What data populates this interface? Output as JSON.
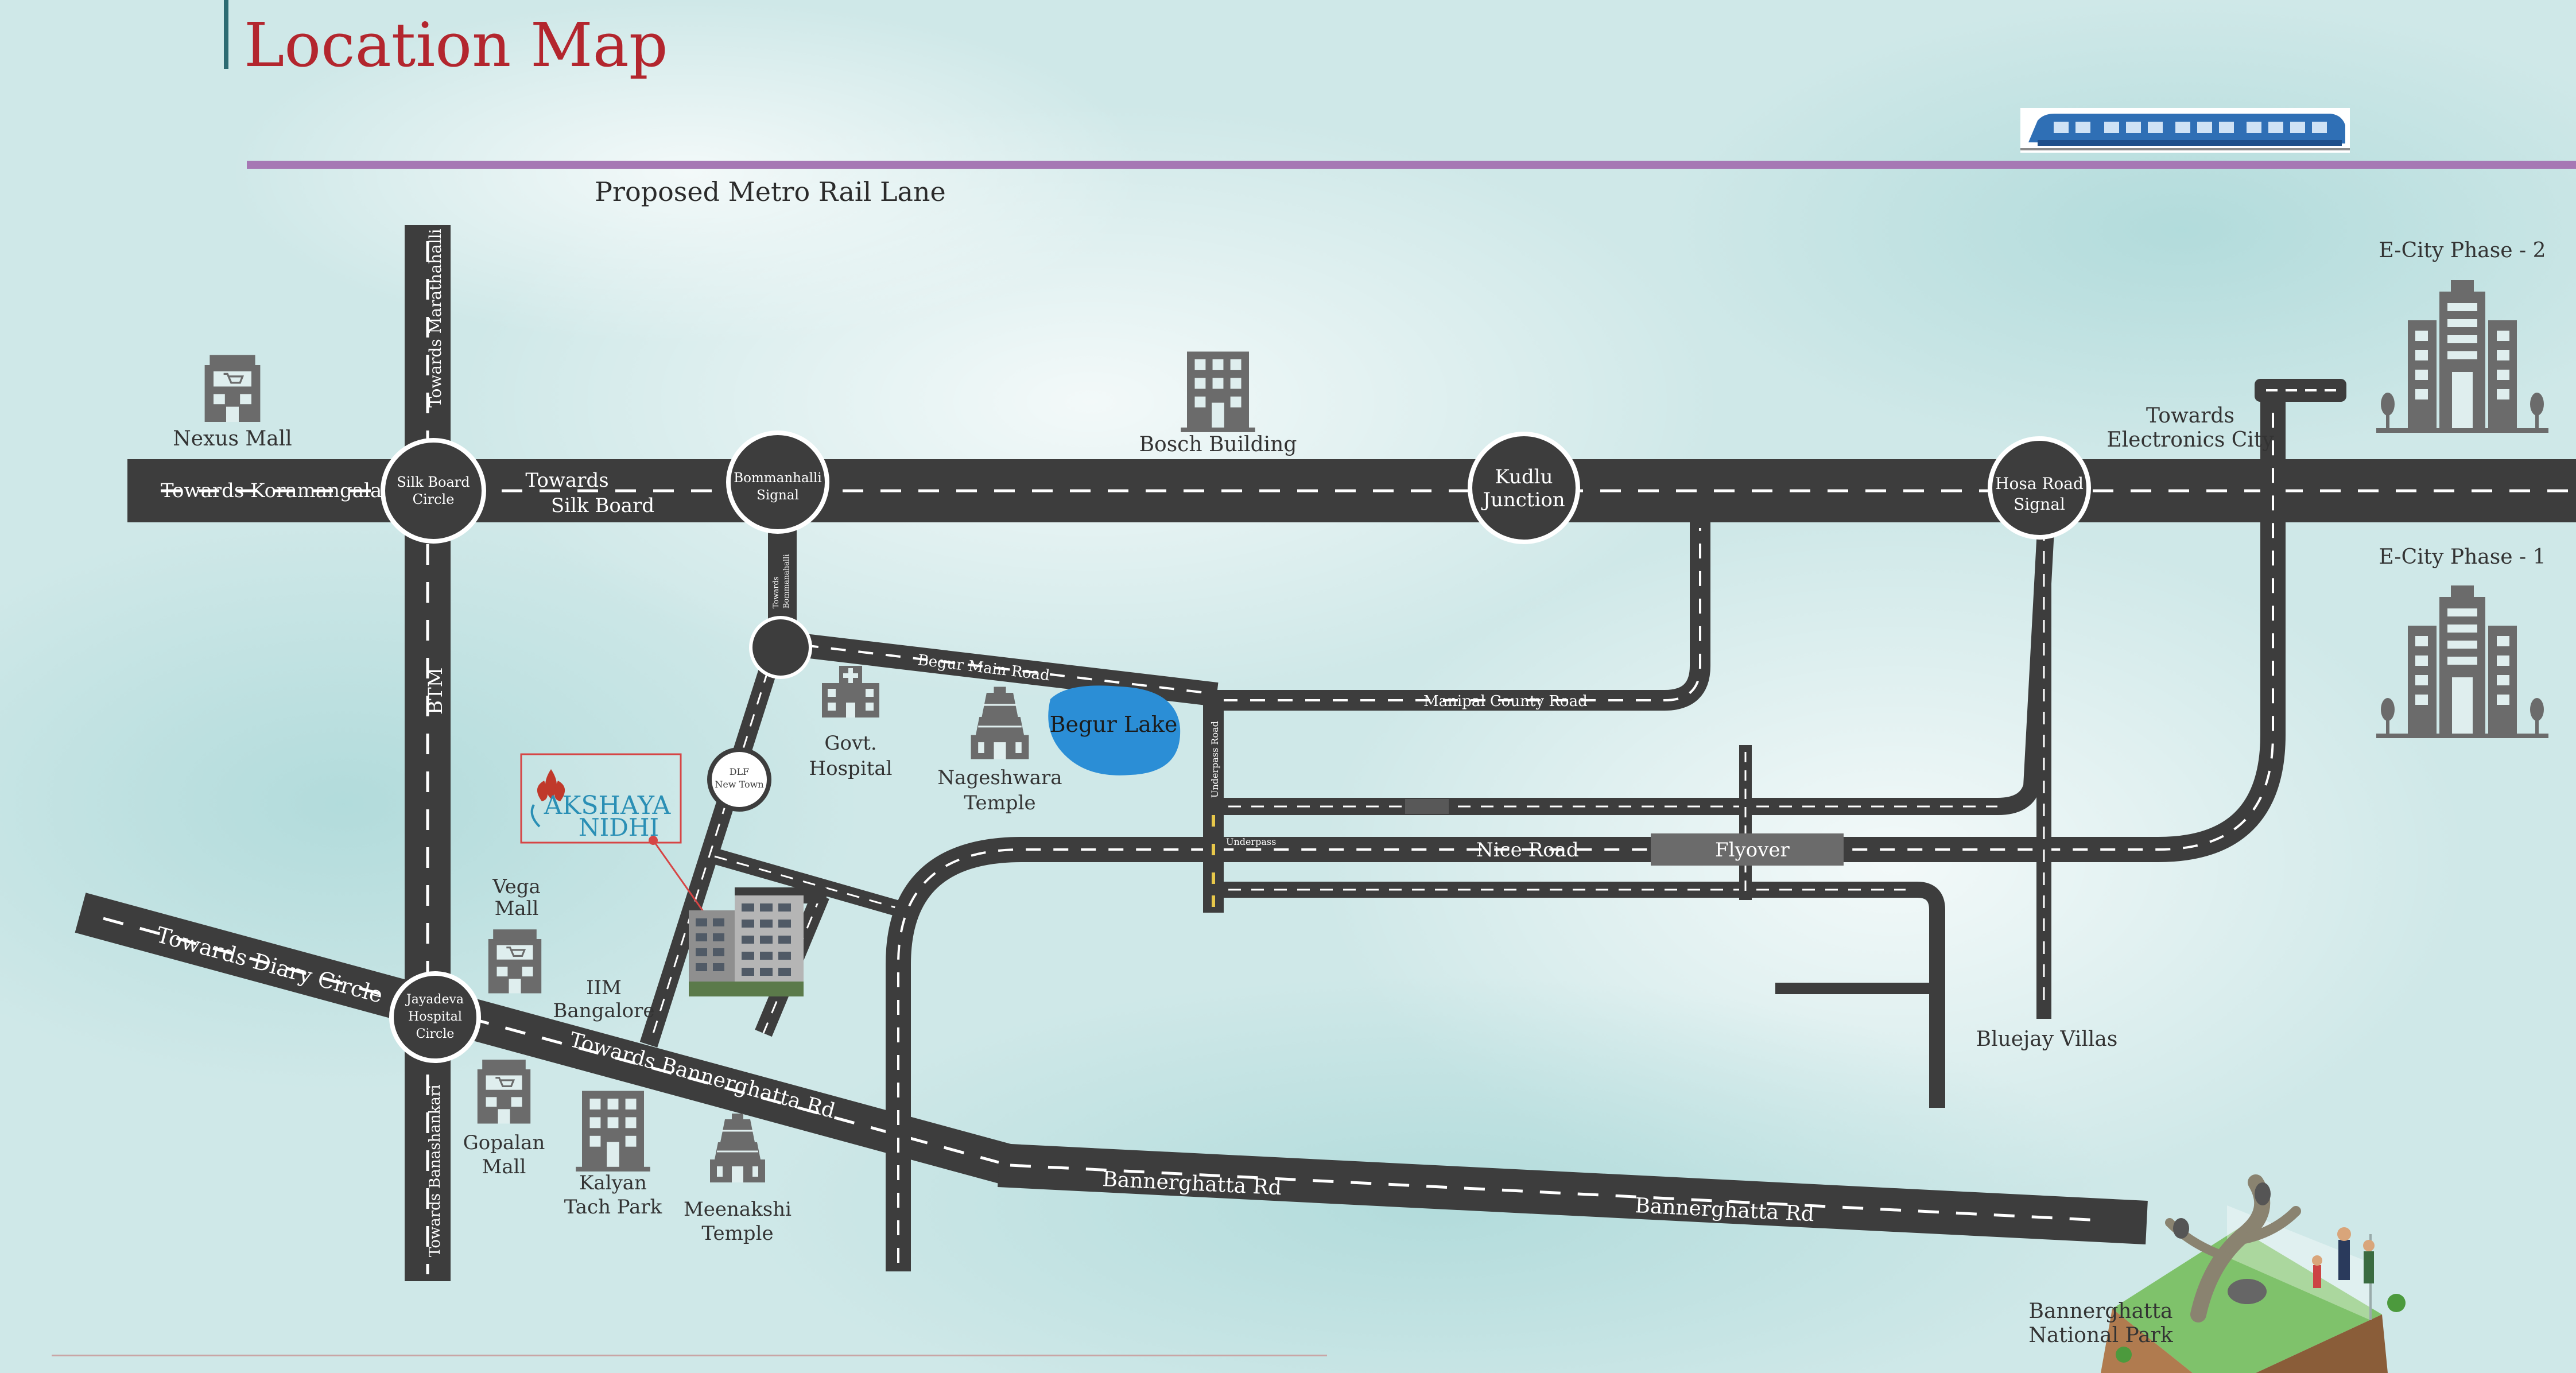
{
  "page": {
    "title": "Location Map",
    "metro_caption": "Proposed Metro Rail Lane"
  },
  "colors": {
    "road": "#3d3d3d",
    "accent_title": "#b3262e",
    "title_bar": "#2d6b72",
    "metro_line": "#a678b4",
    "lake": "#2b8ed6",
    "background": "#cfe8e8",
    "landmark_icon": "#6b6b6b",
    "highlight_box": "#d64545"
  },
  "roads": {
    "towards_koramangala": "Towards Koramangala",
    "towards_silk_board": [
      "Towards",
      "Silk Board"
    ],
    "towards_marathahalli": "Towards Marathahalli",
    "btm": "BTM",
    "towards_banashankari": "Towards Banashankari",
    "towards_diary_circle": "Towards Diary Circle",
    "towards_bannerghatta": "Towards Bannerghatta Rd",
    "bannerghatta_rd_1": "Bannerghatta Rd",
    "bannerghatta_rd_2": "Bannerghatta Rd",
    "begur_main_road": "Begur Main Road",
    "manipal_county_road": "Manipal County Road",
    "nice_road": "Nice Road",
    "flyover": "Flyover",
    "underpass": "Underpass",
    "underpass_road": "Underpass Road",
    "towards_bommanahalli": [
      "Towards",
      "Bommanahalli"
    ],
    "towards_ecity": [
      "Towards",
      "Electronics City"
    ]
  },
  "junctions": {
    "silk_board": [
      "Silk Board",
      "Circle"
    ],
    "bommanahalli": [
      "Bommanhalli",
      "Signal"
    ],
    "kudlu": [
      "Kudlu",
      "Junction"
    ],
    "hosa_road": [
      "Hosa Road",
      "Signal"
    ],
    "dlf": [
      "DLF",
      "New Town"
    ],
    "jayadeva": [
      "Jayadeva",
      "Hospital",
      "Circle"
    ]
  },
  "landmarks": {
    "nexus_mall": "Nexus Mall",
    "bosch_building": "Bosch Building",
    "govt_hospital": [
      "Govt.",
      "Hospital"
    ],
    "nageshwara_temple": [
      "Nageshwara",
      "Temple"
    ],
    "begur_lake": "Begur Lake",
    "vega_mall": [
      "Vega",
      "Mall"
    ],
    "iim_bangalore": [
      "IIM",
      "Bangalore"
    ],
    "gopalan_mall": [
      "Gopalan",
      "Mall"
    ],
    "kalyan_tech_park": [
      "Kalyan",
      "Tach Park"
    ],
    "meenakshi_temple": [
      "Meenakshi",
      "Temple"
    ],
    "bluejay_villas": "Bluejay Villas",
    "bannerghatta_park": [
      "Bannerghatta",
      "National Park"
    ],
    "ecity_phase_2": "E-City Phase - 2",
    "ecity_phase_1": "E-City Phase - 1"
  },
  "project": {
    "name_line1": "AKSHAYA",
    "name_line2": "NIDHI"
  }
}
